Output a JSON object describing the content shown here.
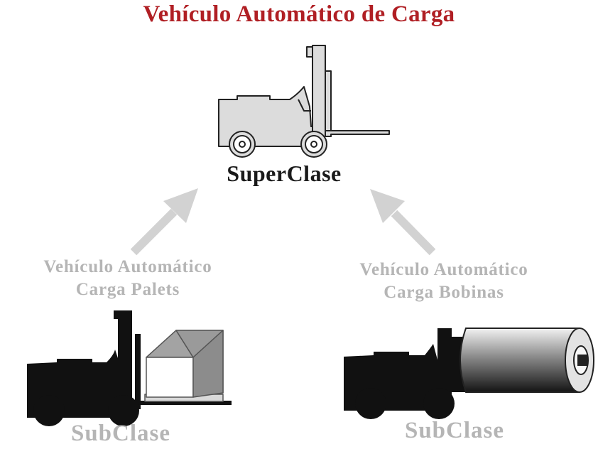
{
  "title": "Vehículo Automático de Carga",
  "superclass": {
    "label": "SuperClase"
  },
  "subclasses": [
    {
      "name_line1": "Vehículo Automático",
      "name_line2": "Carga Palets",
      "label": "SubClase"
    },
    {
      "name_line1": "Vehículo Automático",
      "name_line2": "Carga Bobinas",
      "label": "SubClase"
    }
  ],
  "colors": {
    "title": "#b01f24",
    "superclass_text": "#1a1a1a",
    "subclass_text": "#b5b5b5",
    "arrow": "#d2d2d2",
    "superclass_vehicle_fill": "#dcdcdc",
    "subclass_vehicle_fill": "#111111"
  }
}
